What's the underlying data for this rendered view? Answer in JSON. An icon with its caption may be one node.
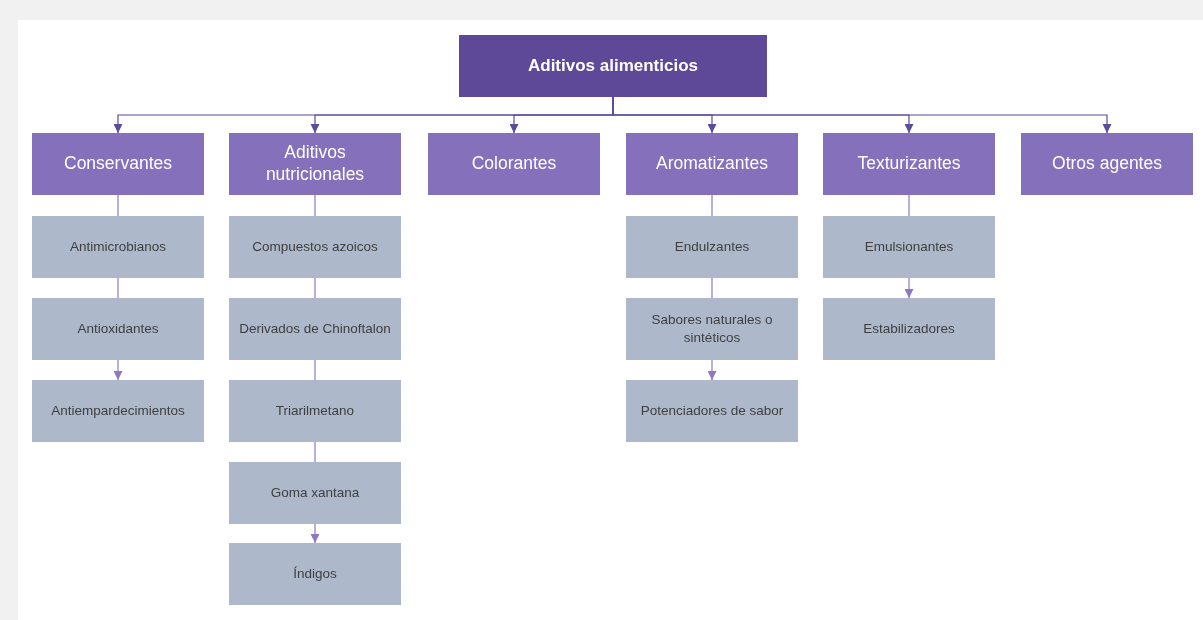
{
  "diagram": {
    "nodes": [
      {
        "text": [
          "Aditivos alimenticios"
        ]
      },
      {
        "text": [
          "Conservantes"
        ]
      },
      {
        "text": [
          "Aditivos nutricionales"
        ]
      },
      {
        "text": [
          "Colorantes"
        ]
      },
      {
        "text": [
          "Aromatizantes"
        ]
      },
      {
        "text": [
          "Texturizantes"
        ]
      },
      {
        "text": [
          "Otros agentes"
        ]
      },
      {
        "text": [
          "Antimicrobianos"
        ]
      },
      {
        "text": [
          "Antioxidantes"
        ]
      },
      {
        "text": [
          "Antiempardecimientos"
        ]
      },
      {
        "text": [
          "Compuestos azoicos"
        ]
      },
      {
        "text": [
          "Derivados de Chinoftalon"
        ]
      },
      {
        "text": [
          "Triarilmetano"
        ]
      },
      {
        "text": [
          "Goma xantana"
        ]
      },
      {
        "text": [
          "Índigos"
        ]
      },
      {
        "text": [
          "Endulzantes"
        ]
      },
      {
        "text": [
          "Sabores naturales o sintéticos"
        ]
      },
      {
        "text": [
          "Potenciadores de sabor"
        ]
      },
      {
        "text": [
          "Emulsionantes"
        ]
      },
      {
        "text": [
          "Estabilizadores"
        ]
      }
    ],
    "edges": [
      {
        "from": 0,
        "to": 1,
        "arrow": "to",
        "color": "#5c4a9c"
      },
      {
        "from": 0,
        "to": 2,
        "arrow": "to",
        "color": "#5c4a9c"
      },
      {
        "from": 0,
        "to": 3,
        "arrow": "to",
        "color": "#5c4a9c"
      },
      {
        "from": 0,
        "to": 4,
        "arrow": "to",
        "color": "#5c4a9c"
      },
      {
        "from": 0,
        "to": 5,
        "arrow": "to",
        "color": "#5c4a9c"
      },
      {
        "from": 0,
        "to": 6,
        "arrow": "to",
        "color": "#5c4a9c"
      },
      {
        "from": 1,
        "to": 7,
        "arrow": "none"
      },
      {
        "from": 7,
        "to": 8,
        "arrow": "none"
      },
      {
        "from": 8,
        "to": 9,
        "arrow": "to"
      },
      {
        "from": 2,
        "to": 10,
        "arrow": "none"
      },
      {
        "from": 10,
        "to": 11,
        "arrow": "none"
      },
      {
        "from": 11,
        "to": 12,
        "arrow": "none"
      },
      {
        "from": 12,
        "to": 13,
        "arrow": "none"
      },
      {
        "from": 13,
        "to": 14,
        "arrow": "to"
      },
      {
        "from": 4,
        "to": 15,
        "arrow": "none"
      },
      {
        "from": 15,
        "to": 16,
        "arrow": "none"
      },
      {
        "from": 16,
        "to": 17,
        "arrow": "to"
      },
      {
        "from": 5,
        "to": 18,
        "arrow": "none"
      },
      {
        "from": 18,
        "to": 19,
        "arrow": "to"
      }
    ]
  }
}
